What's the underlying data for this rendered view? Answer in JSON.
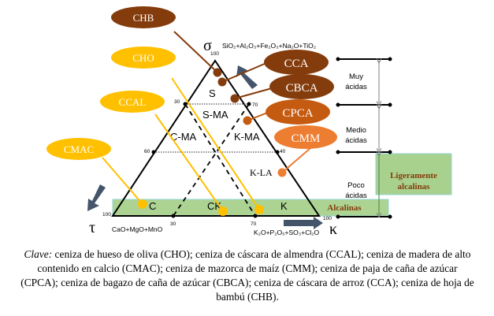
{
  "axes": {
    "sigma": {
      "symbol": "σ",
      "formula": "SiO₂+Al₂O₃+Fe₂O₃+Na₂O+TiO₂"
    },
    "tau": {
      "symbol": "τ",
      "formula": "CaO+MgO+MnO"
    },
    "kappa": {
      "symbol": "κ",
      "formula": "K₂O+P₂O₅+SO₃+Cl₂O"
    }
  },
  "ticks": {
    "top": "100",
    "left_30": "30",
    "right_70": "70",
    "left_60": "60",
    "right_40": "40",
    "base_left": "100",
    "base_30": "30",
    "base_70": "70",
    "base_right": "100"
  },
  "regions": {
    "s": "S",
    "s_ma": "S-MA",
    "c_ma": "C-MA",
    "k_ma": "K-MA",
    "k_la": "K-LA",
    "c": "C",
    "ck": "CK",
    "k": "K"
  },
  "acidity": {
    "muy": [
      "Muy",
      "ácidas"
    ],
    "medio": [
      "Medio",
      "ácidas"
    ],
    "poco": [
      "Poco",
      "ácidas"
    ],
    "ligeramente": [
      "Ligeramente",
      "alcalinas"
    ],
    "alcalinas": "Alcalinas"
  },
  "samples": {
    "chb": {
      "label": "CHB",
      "color": "#843C0C"
    },
    "cca": {
      "label": "CCA",
      "color": "#843C0C"
    },
    "cbca": {
      "label": "CBCA",
      "color": "#843C0C"
    },
    "cpca": {
      "label": "CPCA",
      "color": "#C55A11"
    },
    "cmm": {
      "label": "CMM",
      "color": "#ED7D31"
    },
    "cho": {
      "label": "CHO",
      "color": "#FFC000"
    },
    "ccal": {
      "label": "CCAL",
      "color": "#FFC000"
    },
    "cmac": {
      "label": "CMAC",
      "color": "#FFC000"
    }
  },
  "colors": {
    "arrow": "#44546A",
    "band": "#A9D18E",
    "band_text": "#843C0C"
  },
  "caption": {
    "key": "Clave:",
    "text": " ceniza de hueso de oliva (CHO); ceniza de cáscara de almendra (CCAL); ceniza de madera de alto contenido en calcio (CMAC); ceniza de mazorca de maíz (CMM); ceniza de paja de caña de azúcar (CPCA); ceniza de bagazo de caña de azúcar (CBCA); ceniza de cáscara de arroz (CCA); ceniza de hoja de bambú (CHB)."
  }
}
